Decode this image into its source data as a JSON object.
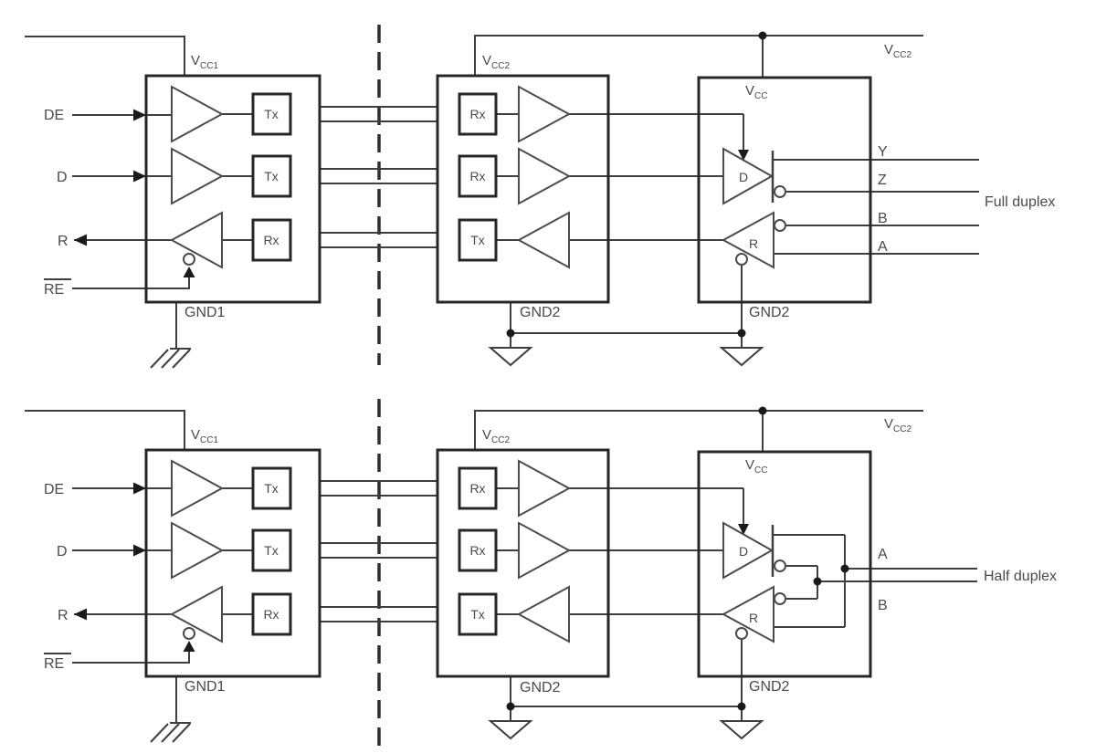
{
  "colors": {
    "background": "#ffffff",
    "wire": "#3f3f3f",
    "box_stroke": "#262626",
    "text": "#4a4a4a",
    "barrier": "#2e2e2e"
  },
  "diagrams": [
    {
      "caption": "Full duplex",
      "logic_device": {
        "vcc_base": "V",
        "vcc_sub": "CC1",
        "gnd": "GND1",
        "pin_de": "DE",
        "pin_d": "D",
        "pin_r": "R",
        "pin_re": "RE",
        "ch1_box": "Tx",
        "ch2_box": "Tx",
        "ch3_box": "Rx"
      },
      "bus_device": {
        "vcc_base": "V",
        "vcc_sub": "CC2",
        "gnd": "GND2",
        "ch1_box": "Rx",
        "ch2_box": "Rx",
        "ch3_box": "Tx"
      },
      "transceiver": {
        "vcc_base": "V",
        "vcc_sub": "CC",
        "gnd": "GND2",
        "driver": "D",
        "receiver": "R",
        "pin_y": "Y",
        "pin_z": "Z",
        "pin_b": "B",
        "pin_a": "A"
      },
      "rail_base": "V",
      "rail_sub": "CC2"
    },
    {
      "caption": "Half duplex",
      "logic_device": {
        "vcc_base": "V",
        "vcc_sub": "CC1",
        "gnd": "GND1",
        "pin_de": "DE",
        "pin_d": "D",
        "pin_r": "R",
        "pin_re": "RE",
        "ch1_box": "Tx",
        "ch2_box": "Tx",
        "ch3_box": "Rx"
      },
      "bus_device": {
        "vcc_base": "V",
        "vcc_sub": "CC2",
        "gnd": "GND2",
        "ch1_box": "Rx",
        "ch2_box": "Rx",
        "ch3_box": "Tx"
      },
      "transceiver": {
        "vcc_base": "V",
        "vcc_sub": "CC",
        "gnd": "GND2",
        "driver": "D",
        "receiver": "R",
        "pin_a": "A",
        "pin_b": "B"
      },
      "rail_base": "V",
      "rail_sub": "CC2"
    }
  ]
}
